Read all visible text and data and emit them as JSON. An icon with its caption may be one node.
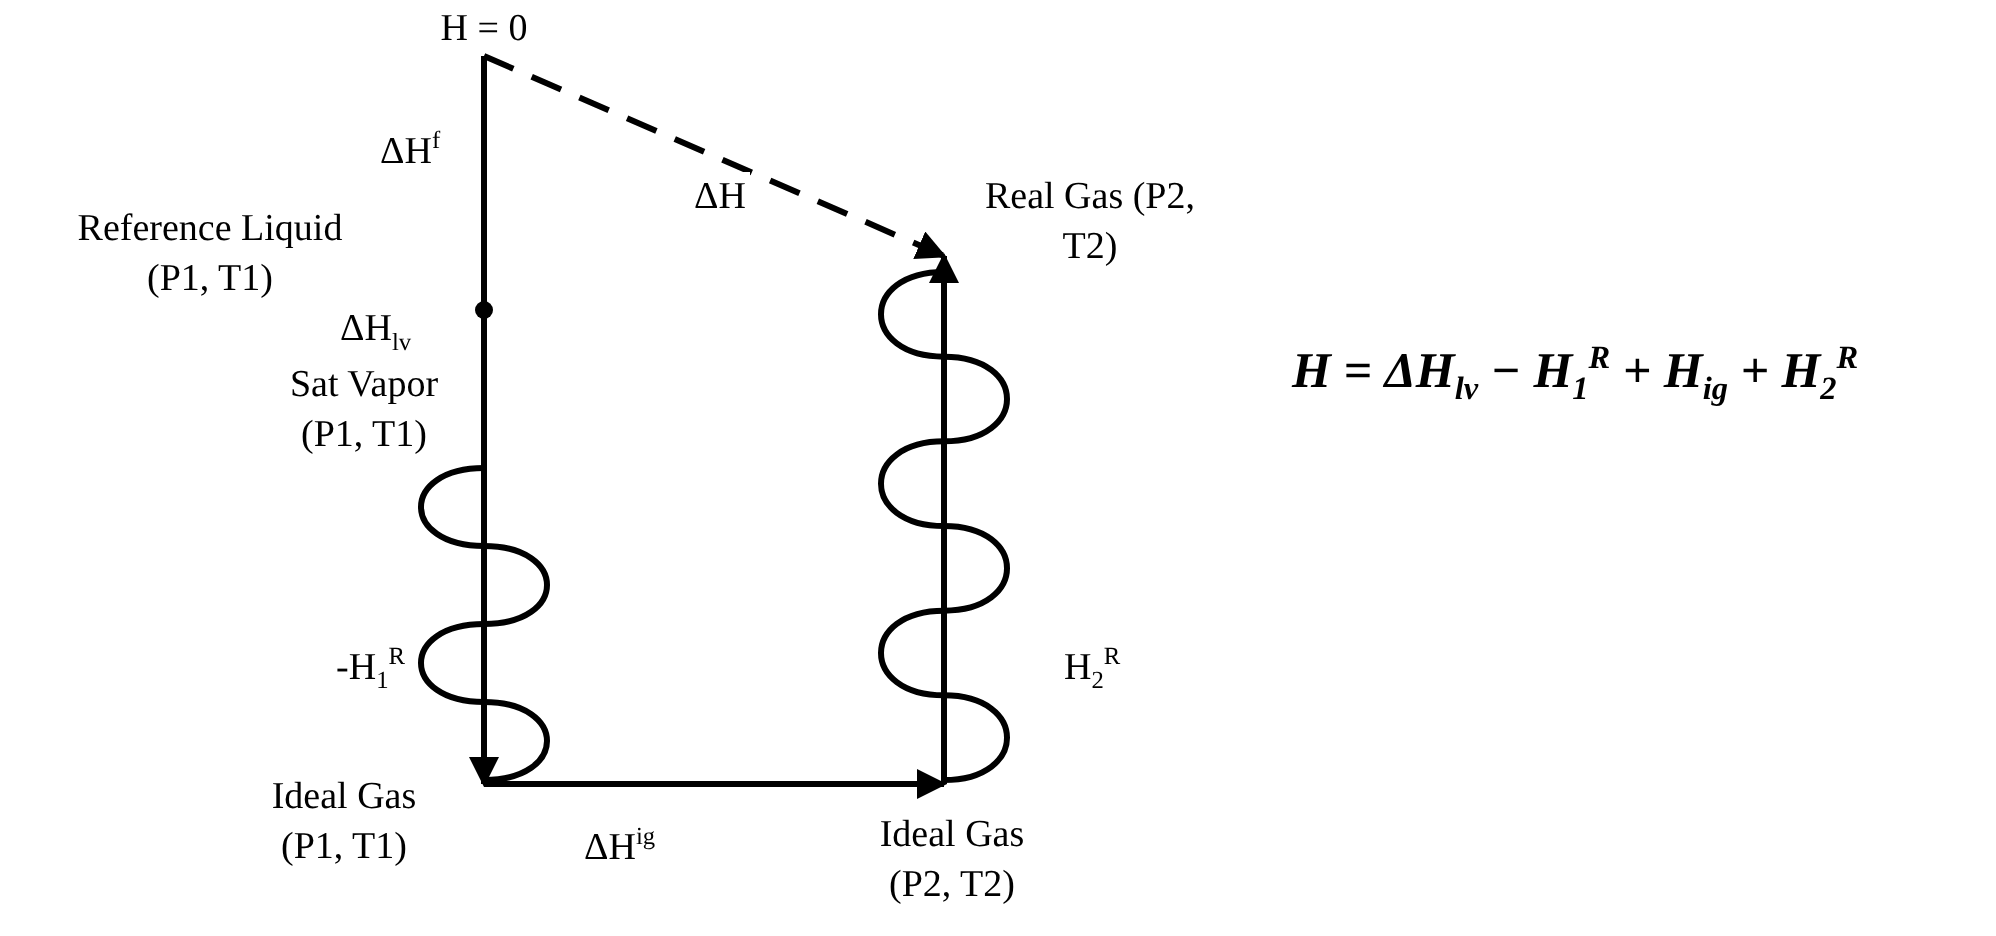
{
  "diagram": {
    "nodes": [
      {
        "text": [
          "H = 0"
        ]
      },
      {
        "text": [
          "Reference Liquid (P1, T1)"
        ]
      },
      {
        "text": [
          "Sat Vapor (P1, T1)"
        ]
      },
      {
        "text": [
          "Ideal Gas (P1, T1)"
        ]
      },
      {
        "text": [
          "Ideal Gas (P2, T2)"
        ]
      },
      {
        "text": [
          "Real Gas (P2, T2)"
        ]
      }
    ],
    "edges": [
      {
        "from": 0,
        "to": 1,
        "arrow": "none",
        "label": "ΔH$^{f}$"
      },
      {
        "from": 1,
        "to": 2,
        "arrow": "none",
        "label": "ΔH$_{lv}$"
      },
      {
        "from": 2,
        "to": 3,
        "arrow": "to",
        "label": "-H$_{1}$$^{R}$"
      },
      {
        "from": 3,
        "to": 4,
        "arrow": "to",
        "label": "ΔH$^{ig}$"
      },
      {
        "from": 4,
        "to": 5,
        "arrow": "to",
        "label": "H$_{2}$$^{R}$"
      },
      {
        "from": 0,
        "to": 5,
        "arrow": "to",
        "label": "ΔH",
        "style": "dashed"
      }
    ],
    "labels": [
      "H = ΔH$_{lv}$ − H$_{1}$$^{R}$ + H$_{ig}$ + H$_{2}$$^{R}$"
    ]
  }
}
